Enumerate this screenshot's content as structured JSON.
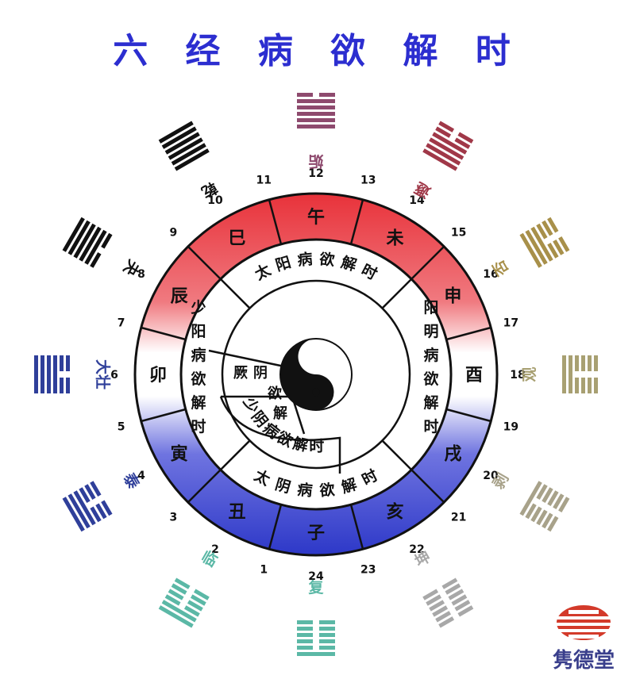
{
  "title": "六 经 病 欲 解 时",
  "branches": [
    "子",
    "丑",
    "寅",
    "卯",
    "辰",
    "巳",
    "午",
    "未",
    "申",
    "酉",
    "戌",
    "亥"
  ],
  "hours": [
    "1",
    "2",
    "3",
    "4",
    "5",
    "6",
    "7",
    "8",
    "9",
    "10",
    "11",
    "12",
    "13",
    "14",
    "15",
    "16",
    "17",
    "18",
    "19",
    "20",
    "21",
    "22",
    "23",
    "24"
  ],
  "inner_labels": {
    "taiyang": "太阳病欲解时",
    "yangming": "阳明病欲解时",
    "taiyin": "太阴病欲解时",
    "shaoyang": "少阳病欲解时",
    "shaoyin": "少阴病欲解时",
    "jueyin": "厥阴欲解"
  },
  "hexagrams": [
    {
      "name": "复",
      "color": "#5bb8a6",
      "yang_lines": [
        0
      ]
    },
    {
      "name": "临",
      "color": "#5bb8a6",
      "yang_lines": [
        0,
        1
      ]
    },
    {
      "name": "泰",
      "color": "#2f3f9a",
      "yang_lines": [
        0,
        1,
        2
      ]
    },
    {
      "name": "大壮",
      "color": "#2f3f9a",
      "yang_lines": [
        0,
        1,
        2,
        3
      ]
    },
    {
      "name": "夬",
      "color": "#111111",
      "yang_lines": [
        0,
        1,
        2,
        3,
        4
      ]
    },
    {
      "name": "乾",
      "color": "#111111",
      "yang_lines": [
        0,
        1,
        2,
        3,
        4,
        5
      ]
    },
    {
      "name": "姤",
      "color": "#8e4a6e",
      "yang_lines": [
        1,
        2,
        3,
        4,
        5
      ]
    },
    {
      "name": "遯",
      "color": "#a03848",
      "yang_lines": [
        2,
        3,
        4,
        5
      ]
    },
    {
      "name": "否",
      "color": "#a8904a",
      "yang_lines": [
        3,
        4,
        5
      ]
    },
    {
      "name": "观",
      "color": "#a8a072",
      "yang_lines": [
        4,
        5
      ]
    },
    {
      "name": "剥",
      "color": "#a8a28a",
      "yang_lines": [
        5
      ]
    },
    {
      "name": "坤",
      "color": "#a8a8a8",
      "yang_lines": []
    }
  ],
  "logo": {
    "text": "隽德堂",
    "color": "#d33a2a"
  },
  "colors": {
    "warm": "#e8323a",
    "cool": "#2d38c8",
    "title": "#2c2ed0"
  }
}
